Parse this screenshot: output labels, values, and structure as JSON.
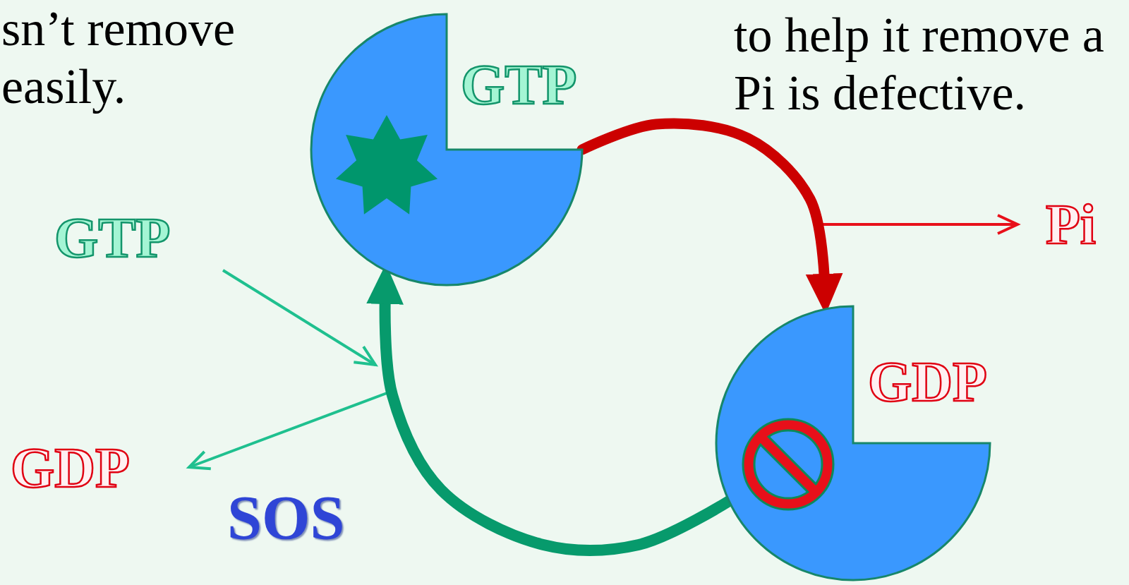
{
  "diagram": {
    "nodes": [
      {
        "text": [
          "GTP"
        ]
      },
      {
        "text": [
          "GDP"
        ]
      }
    ],
    "edges": [
      {
        "from": 0,
        "to": 1,
        "arrow": "to"
      },
      {
        "from": 1,
        "to": 0,
        "arrow": "to",
        "label": "SOS"
      }
    ],
    "labels": [
      "sn’t remove easily.",
      "to help it remove a Pi is defective.",
      "GTP",
      "GDP",
      "Pi"
    ]
  }
}
